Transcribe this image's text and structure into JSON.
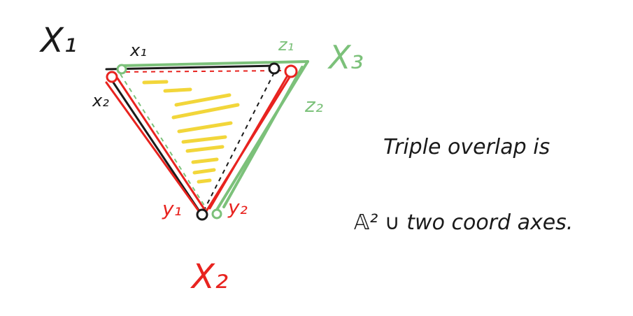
{
  "labels": {
    "X1": "X₁",
    "X2": "X₂",
    "X3": "X₃",
    "x1": "x₁",
    "x2": "x₂",
    "y1": "y₁",
    "y2": "y₂",
    "z1": "z₁",
    "z2": "z₂"
  },
  "note": {
    "line1": "Triple overlap is",
    "line2": "𝔸² ∪ two coord axes."
  },
  "colors": {
    "black": "#1a1a1a",
    "red": "#e8231f",
    "green": "#7cc17a",
    "yellow": "#f2d63a"
  }
}
